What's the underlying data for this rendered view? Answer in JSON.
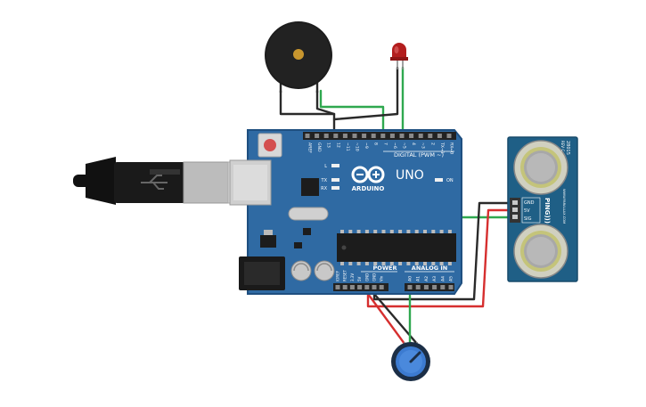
{
  "board": {
    "brand": "ARDUINO",
    "model": "UNO",
    "digital_header": "DIGITAL (PWM ~)",
    "power_header": "POWER",
    "analog_header": "ANALOG IN",
    "on_label": "ON",
    "l_label": "L",
    "tx_label": "TX",
    "rx_label": "RX",
    "digital_pins": [
      "AREF",
      "GND",
      "13",
      "12",
      "~11",
      "~10",
      "~9",
      "8",
      "7",
      "~6",
      "~5",
      "4",
      "~3",
      "2",
      "TX→1",
      "RX←0"
    ],
    "power_pins": [
      "IOREF",
      "RESET",
      "3.3V",
      "5V",
      "GND",
      "GND",
      "Vin"
    ],
    "analog_pins": [
      "A0",
      "A1",
      "A2",
      "A3",
      "A4",
      "A5"
    ],
    "colors": {
      "pcb": "#2f6aa3",
      "pcb_edge": "#1f4f80",
      "header": "#222222",
      "chip": "#1c1c1c"
    }
  },
  "sensor": {
    "name": "PING)))",
    "rev": "REV C",
    "part": "28015",
    "site": "WWW.PARALLAX.COM",
    "pins": [
      "GND",
      "5V",
      "SIG"
    ],
    "colors": {
      "pcb": "#1f5f86",
      "transducer": "#b8b8a0"
    }
  },
  "wires": {
    "colors": {
      "black": "#2a2a2a",
      "green": "#2fa84f",
      "red": "#d62f2f"
    }
  },
  "icons": {
    "usb_cable": "usb-cable-icon",
    "piezo": "piezo-buzzer-icon",
    "led": "red-led-icon",
    "potentiometer": "potentiometer-icon"
  }
}
